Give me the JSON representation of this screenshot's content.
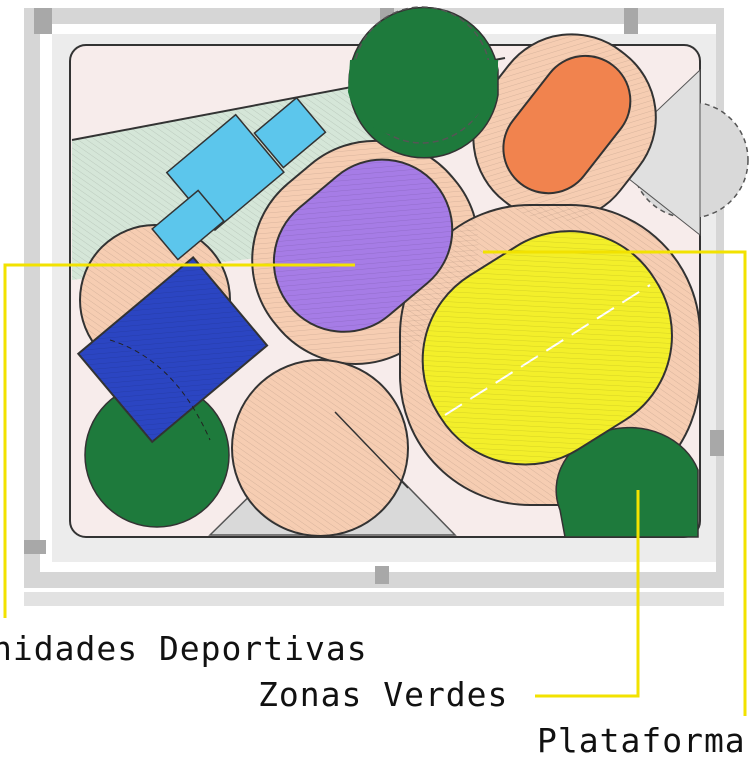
{
  "labels": {
    "unidades_deportivas": "nidades Deportivas",
    "zonas_verdes": "Zonas Verdes",
    "plataforma": "Plataforma"
  },
  "colors": {
    "leader_line": "#f2e200",
    "road": "#c9c9c9",
    "road_dark": "#9e9e9e",
    "platform": "#f6cdb2",
    "green_zone": "#1e7a3c",
    "purple_field": "#a67ce6",
    "yellow_field": "#f3ef2a",
    "orange_field": "#f1834e",
    "blue_court": "#2b45c2",
    "light_blue_court": "#5cc6ec",
    "gray_area": "#d4d4d4",
    "light_green_area": "#d5e6d8"
  }
}
